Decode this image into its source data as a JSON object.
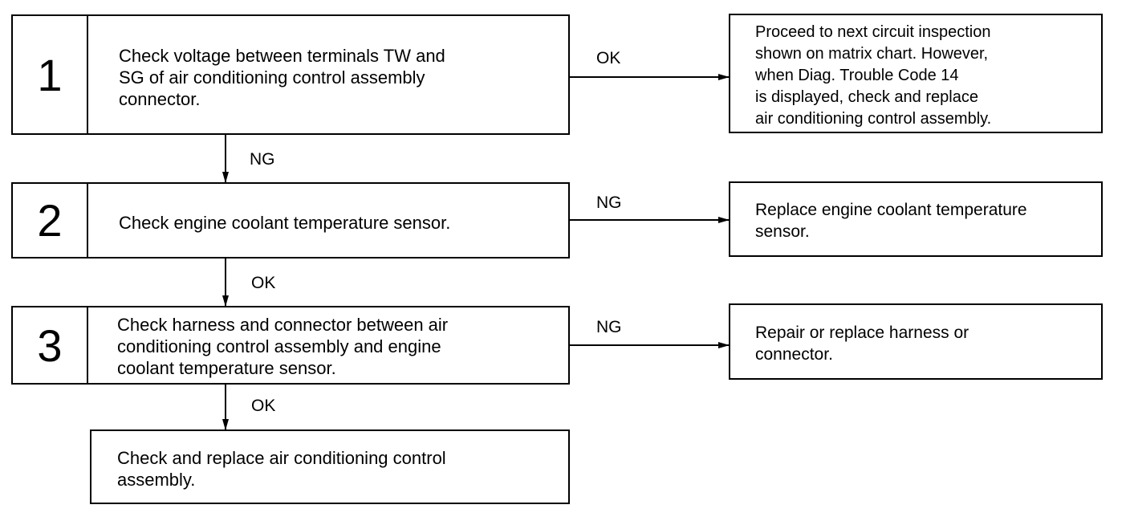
{
  "steps": [
    {
      "number": "1",
      "text": "Check voltage between terminals TW and\nSG of air conditioning control assembly\nconnector."
    },
    {
      "number": "2",
      "text": "Check engine coolant temperature sensor."
    },
    {
      "number": "3",
      "text": "Check harness and connector between air\nconditioning control assembly and engine\ncoolant temperature sensor."
    }
  ],
  "final_step": {
    "text": "Check and replace air conditioning control\nassembly."
  },
  "results": [
    {
      "text": "Proceed to next circuit inspection\nshown on matrix chart. However,\n when Diag. Trouble Code 14\n is displayed, check and replace\nair conditioning control assembly."
    },
    {
      "text": "Replace engine coolant temperature\nsensor."
    },
    {
      "text": "Repair or replace harness or\nconnector."
    }
  ],
  "labels": {
    "step1_right": "OK",
    "step1_down": "NG",
    "step2_right": "NG",
    "step2_down": "OK",
    "step3_right": "NG",
    "step3_down": "OK"
  }
}
